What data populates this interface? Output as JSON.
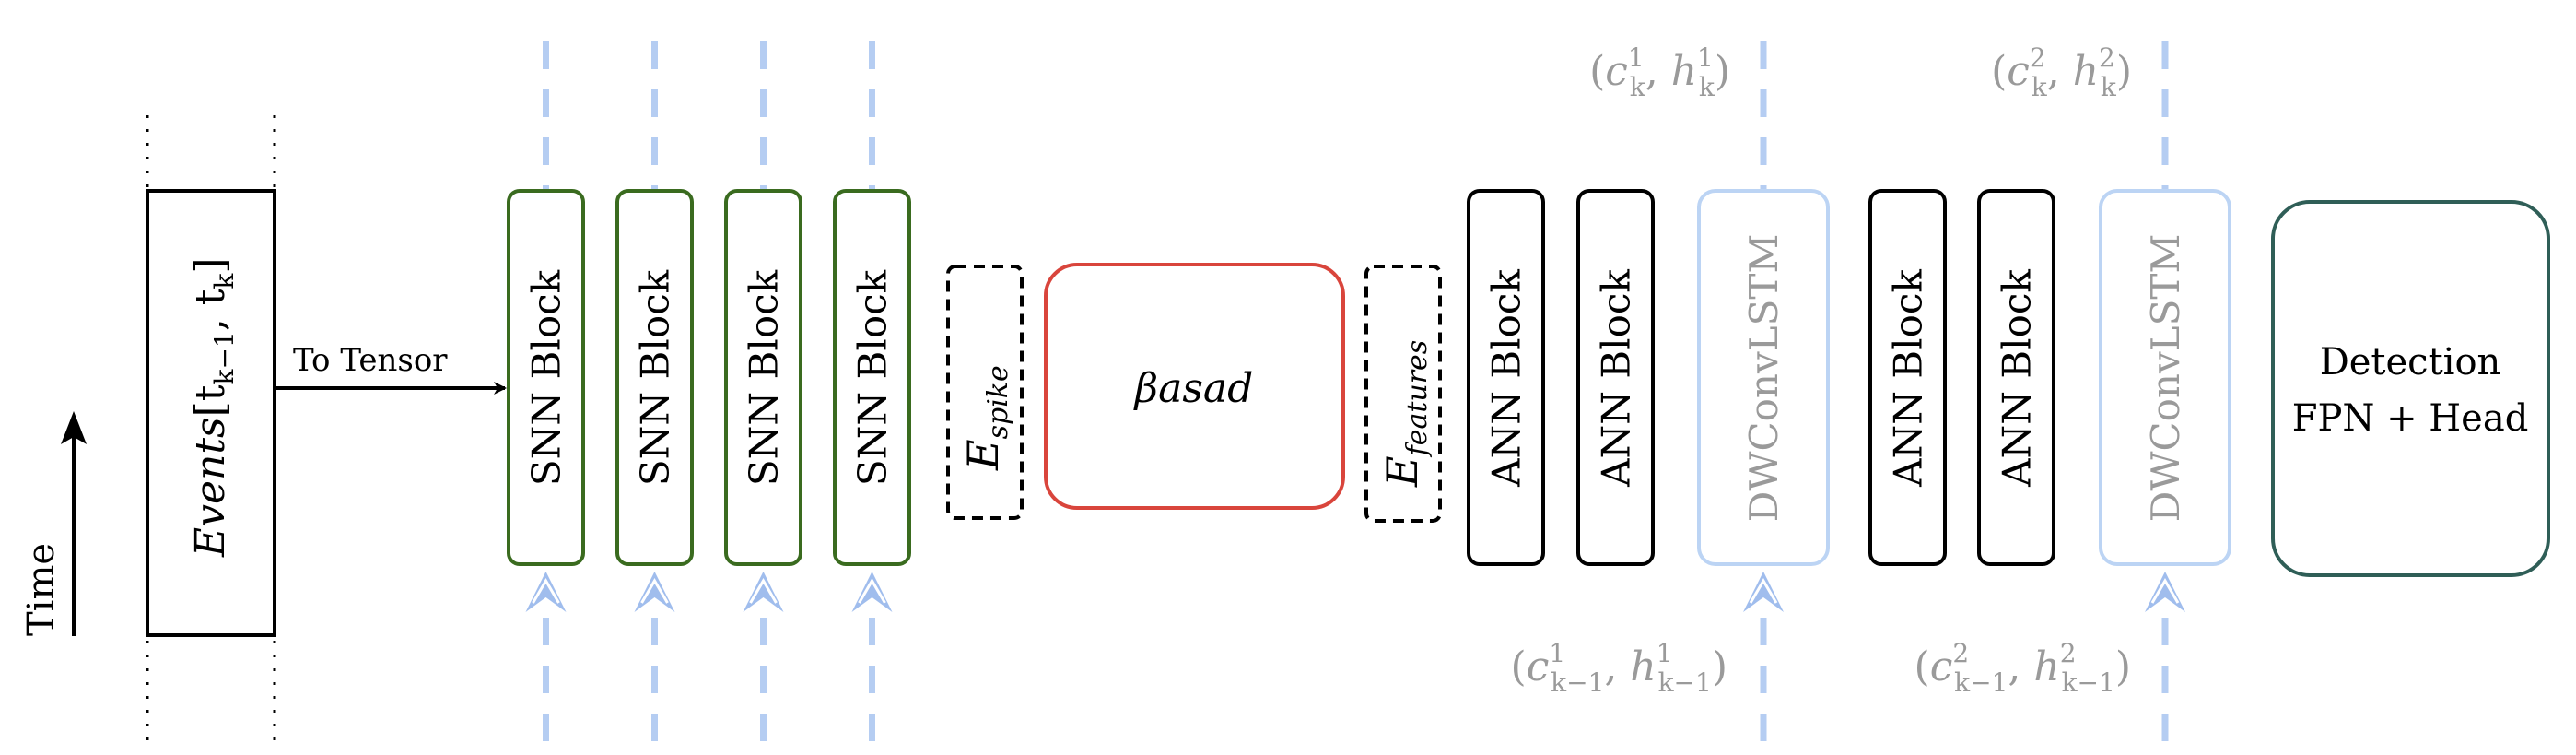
{
  "time": {
    "label": "Time"
  },
  "input": {
    "label_main": "Events",
    "label_range_open": "[t",
    "label_sub1": "k−1",
    "label_sep": ", t",
    "label_sub2": "k",
    "label_range_close": "]"
  },
  "arrow": {
    "label": "To Tensor"
  },
  "snn_blocks": [
    {
      "label": "SNN Block"
    },
    {
      "label": "SNN Block"
    },
    {
      "label": "SNN Block"
    },
    {
      "label": "SNN Block"
    }
  ],
  "e_spike": {
    "main": "E",
    "sub": "spike"
  },
  "basad": {
    "label": "βasad"
  },
  "e_features": {
    "main": "E",
    "sub": "features"
  },
  "ann_blocks": [
    {
      "label": "ANN Block"
    },
    {
      "label": "ANN Block"
    },
    {
      "label": "ANN Block"
    },
    {
      "label": "ANN Block"
    }
  ],
  "lstm": [
    {
      "label": "DWConvLSTM",
      "state_out": {
        "c": "c",
        "h": "h",
        "sub": "k",
        "sup": "1"
      },
      "state_in": {
        "c": "c",
        "h": "h",
        "sub": "k−1",
        "sup": "1"
      }
    },
    {
      "label": "DWConvLSTM",
      "state_out": {
        "c": "c",
        "h": "h",
        "sub": "k",
        "sup": "2"
      },
      "state_in": {
        "c": "c",
        "h": "h",
        "sub": "k−1",
        "sup": "2"
      }
    }
  ],
  "detection": {
    "line1": "Detection",
    "line2": "FPN + Head"
  },
  "colors": {
    "snn_border": "#3a6b1f",
    "basad_border": "#d9453c",
    "lstm_border": "#bcd4f4",
    "detection_border": "#2f5e57",
    "dash_blue": "#b5cdf2",
    "arrow_blue": "#8fb2ea",
    "state_gray": "#9a9a9a"
  }
}
